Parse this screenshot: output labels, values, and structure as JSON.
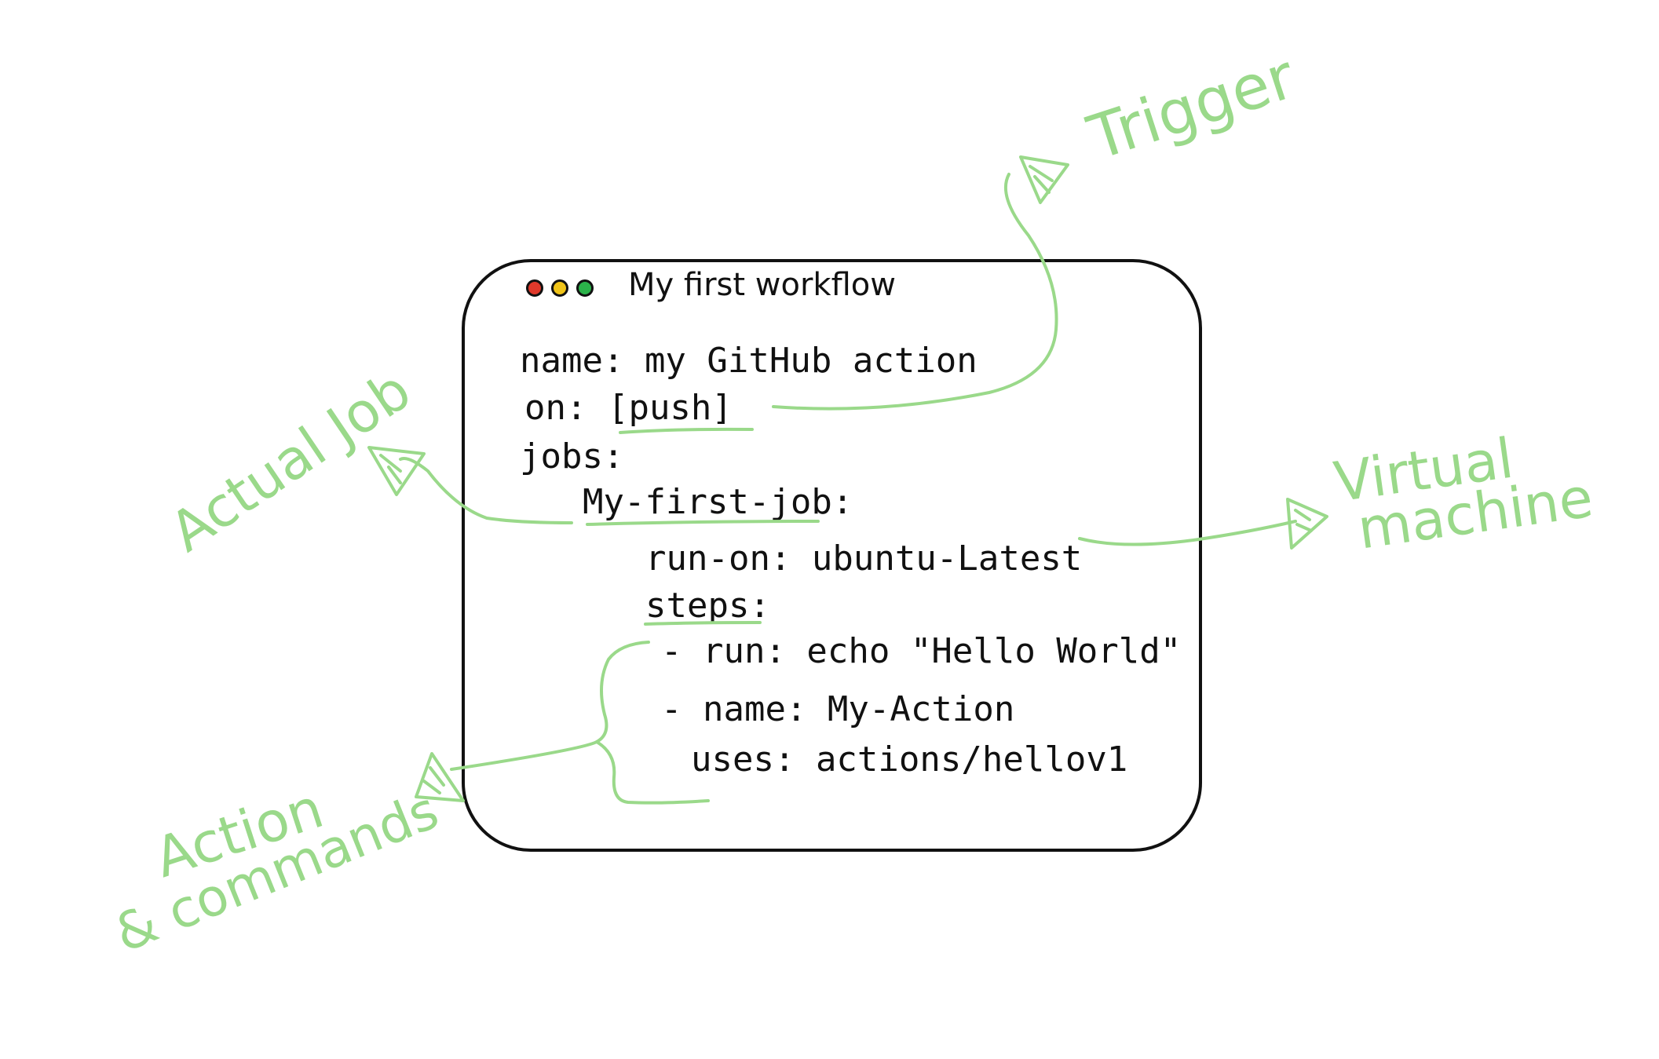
{
  "window": {
    "title": "My first workflow",
    "traffic_lights": [
      {
        "name": "close",
        "color": "#e0392b"
      },
      {
        "name": "minimize",
        "color": "#f0c419"
      },
      {
        "name": "maximize",
        "color": "#2bb34a"
      }
    ]
  },
  "code": {
    "line_name": "name: my GitHub action",
    "line_on": "on: [push]",
    "line_jobs": "jobs:",
    "line_job": "My-first-job:",
    "line_runs_on": "run-on: ubuntu-Latest",
    "line_steps": "steps:",
    "line_run": "- run: echo \"Hello World\"",
    "line_step_name": "- name: My-Action",
    "line_uses": "uses: actions/hellov1"
  },
  "annotations": {
    "trigger": "Trigger",
    "virtual_machine_1": "Virtual",
    "virtual_machine_2": "machine",
    "actual_job": "Actual Job",
    "action_1": "Action",
    "action_2": "& commands"
  },
  "colors": {
    "annotation": "#9ad98a",
    "ink": "#111111",
    "background": "#ffffff"
  }
}
